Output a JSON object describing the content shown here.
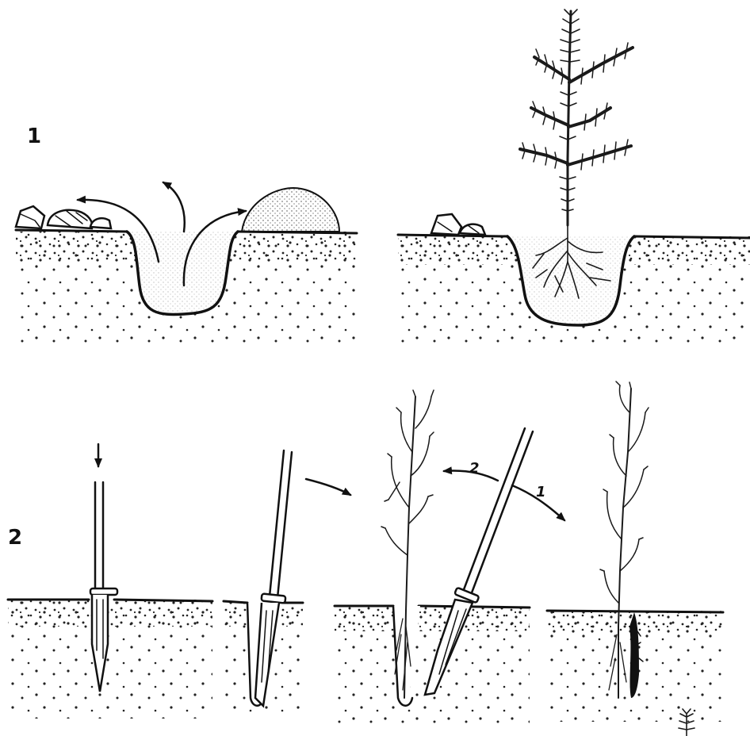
{
  "labels": {
    "method_1": "1",
    "method_2": "2",
    "step_arrow_1": "1",
    "step_arrow_2": "2"
  },
  "colors": {
    "ink": "#111111",
    "soil_dots": "#222222",
    "background": "#ffffff"
  },
  "icons": [
    "planting-hole-dig-icon",
    "spruce-seedling-icon",
    "planting-spear-icon",
    "bare-root-seedling-icon"
  ]
}
